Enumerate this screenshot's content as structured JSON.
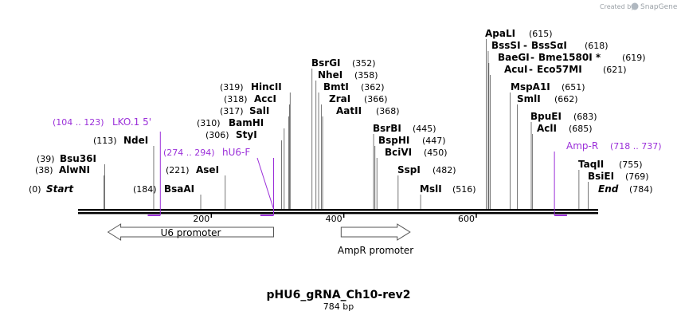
{
  "credit": {
    "prefix": "Created by",
    "brand": "SnapGene"
  },
  "map": {
    "length": 784,
    "ticks": [
      200,
      400,
      600
    ],
    "title": "pHU6_gRNA_Ch10-rev2",
    "subtitle": "784 bp"
  },
  "sites": [
    {
      "name": "Start",
      "pos_text": "(0)",
      "pos": 0,
      "italic": true
    },
    {
      "name": "AlwNI",
      "pos_text": "(38)",
      "pos": 38
    },
    {
      "name": "Bsu36I",
      "pos_text": "(39)",
      "pos": 39
    },
    {
      "name": "NdeI",
      "pos_text": "(113)",
      "pos": 113
    },
    {
      "name": "BsaAI",
      "pos_text": "(184)",
      "pos": 184
    },
    {
      "name": "AseI",
      "pos_text": "(221)",
      "pos": 221
    },
    {
      "name": "StyI",
      "pos_text": "(306)",
      "pos": 306
    },
    {
      "name": "BamHI",
      "pos_text": "(310)",
      "pos": 310
    },
    {
      "name": "SalI",
      "pos_text": "(317)",
      "pos": 317
    },
    {
      "name": "AccI",
      "pos_text": "(318)",
      "pos": 318
    },
    {
      "name": "HincII",
      "pos_text": "(319)",
      "pos": 319
    },
    {
      "name": "BsrGI",
      "pos_text": "(352)",
      "pos": 352
    },
    {
      "name": "NheI",
      "pos_text": "(358)",
      "pos": 358
    },
    {
      "name": "BmtI",
      "pos_text": "(362)",
      "pos": 362
    },
    {
      "name": "ZraI",
      "pos_text": "(366)",
      "pos": 366
    },
    {
      "name": "AatII",
      "pos_text": "(368)",
      "pos": 368
    },
    {
      "name": "BsrBI",
      "pos_text": "(445)",
      "pos": 445
    },
    {
      "name": "BspHI",
      "pos_text": "(447)",
      "pos": 447
    },
    {
      "name": "BciVI",
      "pos_text": "(450)",
      "pos": 450
    },
    {
      "name": "SspI",
      "pos_text": "(482)",
      "pos": 482
    },
    {
      "name": "MslI",
      "pos_text": "(516)",
      "pos": 516
    },
    {
      "name": "ApaLI",
      "pos_text": "(615)",
      "pos": 615
    },
    {
      "name": "BssSI",
      "alt": "BssSαI",
      "pos_text": "(618)",
      "pos": 618
    },
    {
      "name": "BaeGI",
      "alt": "Bme1580I *",
      "pos_text": "(619)",
      "pos": 619
    },
    {
      "name": "AcuI",
      "alt": "Eco57MI",
      "pos_text": "(621)",
      "pos": 621
    },
    {
      "name": "MspA1I",
      "pos_text": "(651)",
      "pos": 651
    },
    {
      "name": "SmlI",
      "pos_text": "(662)",
      "pos": 662
    },
    {
      "name": "BpuEI",
      "pos_text": "(683)",
      "pos": 683
    },
    {
      "name": "AclI",
      "pos_text": "(685)",
      "pos": 685
    },
    {
      "name": "TaqII",
      "pos_text": "(755)",
      "pos": 755
    },
    {
      "name": "BsiEI",
      "pos_text": "(769)",
      "pos": 769
    },
    {
      "name": "End",
      "pos_text": "(784)",
      "pos": 784,
      "italic": true
    }
  ],
  "primers": [
    {
      "name": "LKO.1 5'",
      "range": "(104 .. 123)",
      "start": 104,
      "end": 123,
      "color": "#9b30d9"
    },
    {
      "name": "hU6-F",
      "range": "(274 .. 294)",
      "start": 274,
      "end": 294,
      "color": "#9b30d9"
    },
    {
      "name": "Amp-R",
      "range": "(718 .. 737)",
      "start": 718,
      "end": 737,
      "color": "#9b30d9"
    }
  ],
  "features": [
    {
      "name": "U6 promoter",
      "start": 44,
      "end": 294,
      "direction": "reverse"
    },
    {
      "name": "AmpR promoter",
      "start": 396,
      "end": 500,
      "direction": "forward"
    }
  ],
  "colors": {
    "backbone": "#000000",
    "primer": "#9b30d9",
    "feature_stroke": "#555555"
  }
}
